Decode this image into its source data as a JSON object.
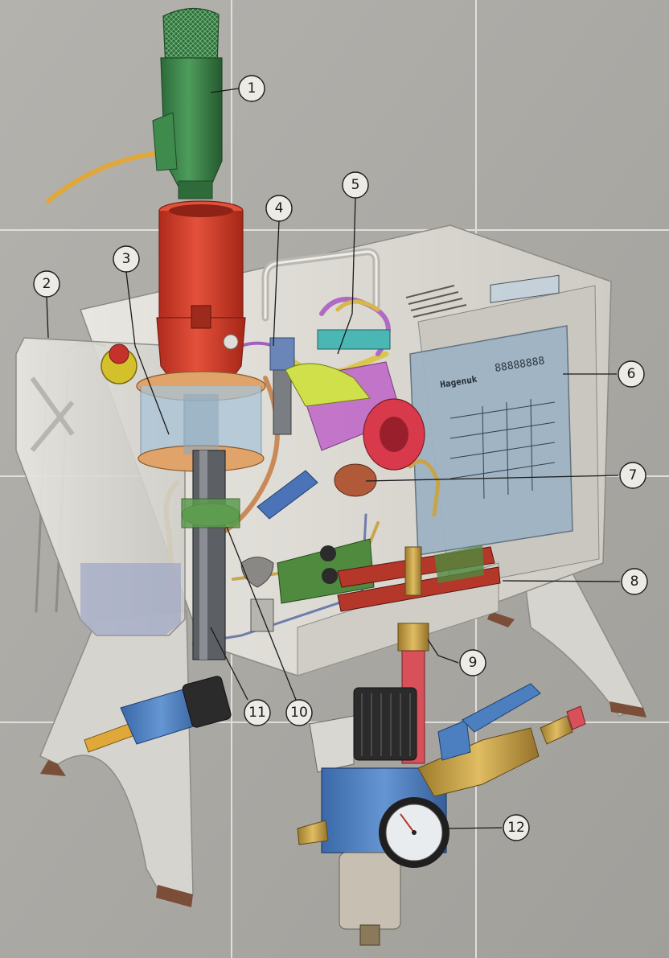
{
  "diagram": {
    "callouts": [
      {
        "id": "1",
        "label": "1"
      },
      {
        "id": "2",
        "label": "2"
      },
      {
        "id": "3",
        "label": "3"
      },
      {
        "id": "4",
        "label": "4"
      },
      {
        "id": "5",
        "label": "5"
      },
      {
        "id": "6",
        "label": "6"
      },
      {
        "id": "7",
        "label": "7"
      },
      {
        "id": "8",
        "label": "8"
      },
      {
        "id": "9",
        "label": "9"
      },
      {
        "id": "10",
        "label": "10"
      },
      {
        "id": "11",
        "label": "11"
      },
      {
        "id": "12",
        "label": "12"
      }
    ],
    "panel": {
      "brand": "Hagenuk",
      "display_digits": "88888888"
    },
    "colors": {
      "background": "#a9a7a2",
      "grid_line": "#e6e5e0",
      "nozzle_green": "#3f8a4d",
      "funnel_red": "#d8402d",
      "housing": "#dcdad4",
      "panel_blue": "#9fb3c4",
      "brass": "#c9a348",
      "regulator_blue": "#4b7fc0",
      "pcb_green": "#4f8a3e",
      "terminal_red": "#b5372a"
    }
  }
}
